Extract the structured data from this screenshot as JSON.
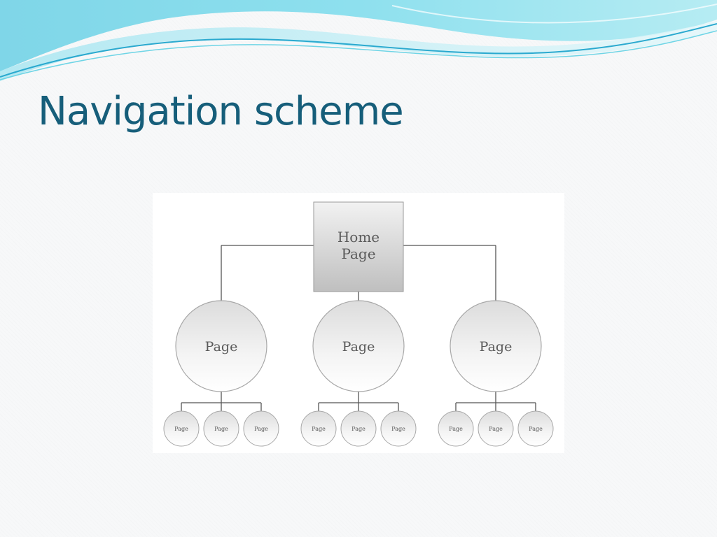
{
  "slide": {
    "title": "Navigation scheme"
  },
  "colors": {
    "title": "#165e7a",
    "wave_light": "#9fe3ee",
    "wave_mid": "#5fd0e3",
    "wave_dark": "#2aa9cf",
    "connector": "#555555",
    "node_stroke": "#a8a8a8"
  },
  "diagram": {
    "root": {
      "line1": "Home",
      "line2": "Page"
    },
    "children": [
      {
        "label": "Page",
        "subpages": [
          "Page",
          "Page",
          "Page"
        ]
      },
      {
        "label": "Page",
        "subpages": [
          "Page",
          "Page",
          "Page"
        ]
      },
      {
        "label": "Page",
        "subpages": [
          "Page",
          "Page",
          "Page"
        ]
      }
    ]
  }
}
